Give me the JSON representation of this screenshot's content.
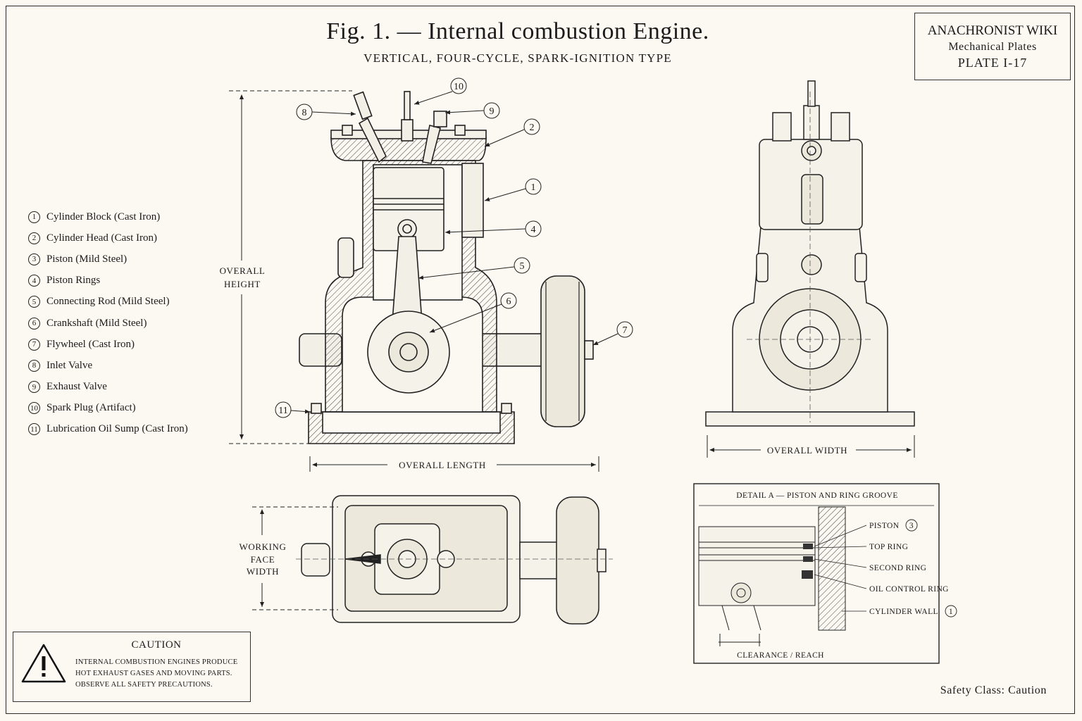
{
  "title": "Fig. 1. — Internal combustion Engine.",
  "subtitle": "VERTICAL, FOUR-CYCLE, SPARK-IGNITION TYPE",
  "plate": {
    "line1": "ANACHRONIST WIKI",
    "line2": "Mechanical Plates",
    "line3": "PLATE I-17"
  },
  "legend": [
    {
      "num": "1",
      "label": "Cylinder Block (Cast Iron)"
    },
    {
      "num": "2",
      "label": "Cylinder Head (Cast Iron)"
    },
    {
      "num": "3",
      "label": "Piston (Mild Steel)"
    },
    {
      "num": "4",
      "label": "Piston Rings"
    },
    {
      "num": "5",
      "label": "Connecting Rod (Mild Steel)"
    },
    {
      "num": "6",
      "label": "Crankshaft (Mild Steel)"
    },
    {
      "num": "7",
      "label": "Flywheel (Cast Iron)"
    },
    {
      "num": "8",
      "label": "Inlet Valve"
    },
    {
      "num": "9",
      "label": "Exhaust Valve"
    },
    {
      "num": "10",
      "label": "Spark Plug (Artifact)"
    },
    {
      "num": "11",
      "label": "Lubrication Oil Sump (Cast Iron)"
    }
  ],
  "dimensions": {
    "overall_height_1": "OVERALL",
    "overall_height_2": "HEIGHT",
    "overall_length": "OVERALL LENGTH",
    "overall_width": "OVERALL WIDTH",
    "working_face_1": "WORKING",
    "working_face_2": "FACE",
    "working_face_3": "WIDTH"
  },
  "detail": {
    "title": "DETAIL A — PISTON AND RING GROOVE",
    "labels": {
      "piston": "PISTON",
      "piston_num": "3",
      "top_ring": "TOP RING",
      "second_ring": "SECOND RING",
      "oil_ring": "OIL CONTROL RING",
      "cylinder_wall": "CYLINDER WALL",
      "cylinder_wall_num": "1",
      "clearance": "CLEARANCE / REACH"
    }
  },
  "caution": {
    "title": "CAUTION",
    "body": "INTERNAL COMBUSTION ENGINES PRODUCE HOT EXHAUST GASES AND MOVING PARTS. OBSERVE ALL SAFETY PRECAUTIONS."
  },
  "safety_class": "Safety Class: Caution",
  "icons": {
    "caution": "warning-triangle-icon"
  }
}
